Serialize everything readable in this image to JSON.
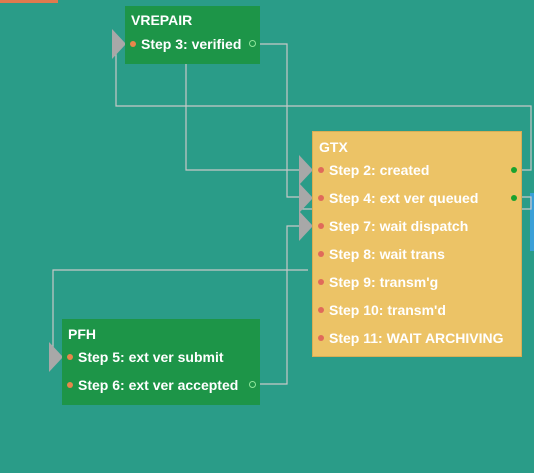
{
  "colors": {
    "background": "#2a9c88",
    "node_green": "#1d9548",
    "node_yellow": "#ecc366",
    "wire": "#c8c8c8",
    "connector": "#a8a8a8"
  },
  "nodes": {
    "vrepair": {
      "title": "VREPAIR",
      "steps": [
        "Step 3: verified"
      ]
    },
    "gtx": {
      "title": "GTX",
      "steps": [
        "Step 2: created",
        "Step 4: ext ver queued",
        "Step 7: wait dispatch",
        "Step 8: wait trans",
        "Step 9: transm'g",
        "Step 10: transm'd",
        "Step 11: WAIT ARCHIVING"
      ]
    },
    "pfh": {
      "title": "PFH",
      "steps": [
        "Step 5: ext ver submit",
        "Step 6: ext ver accepted"
      ]
    }
  }
}
